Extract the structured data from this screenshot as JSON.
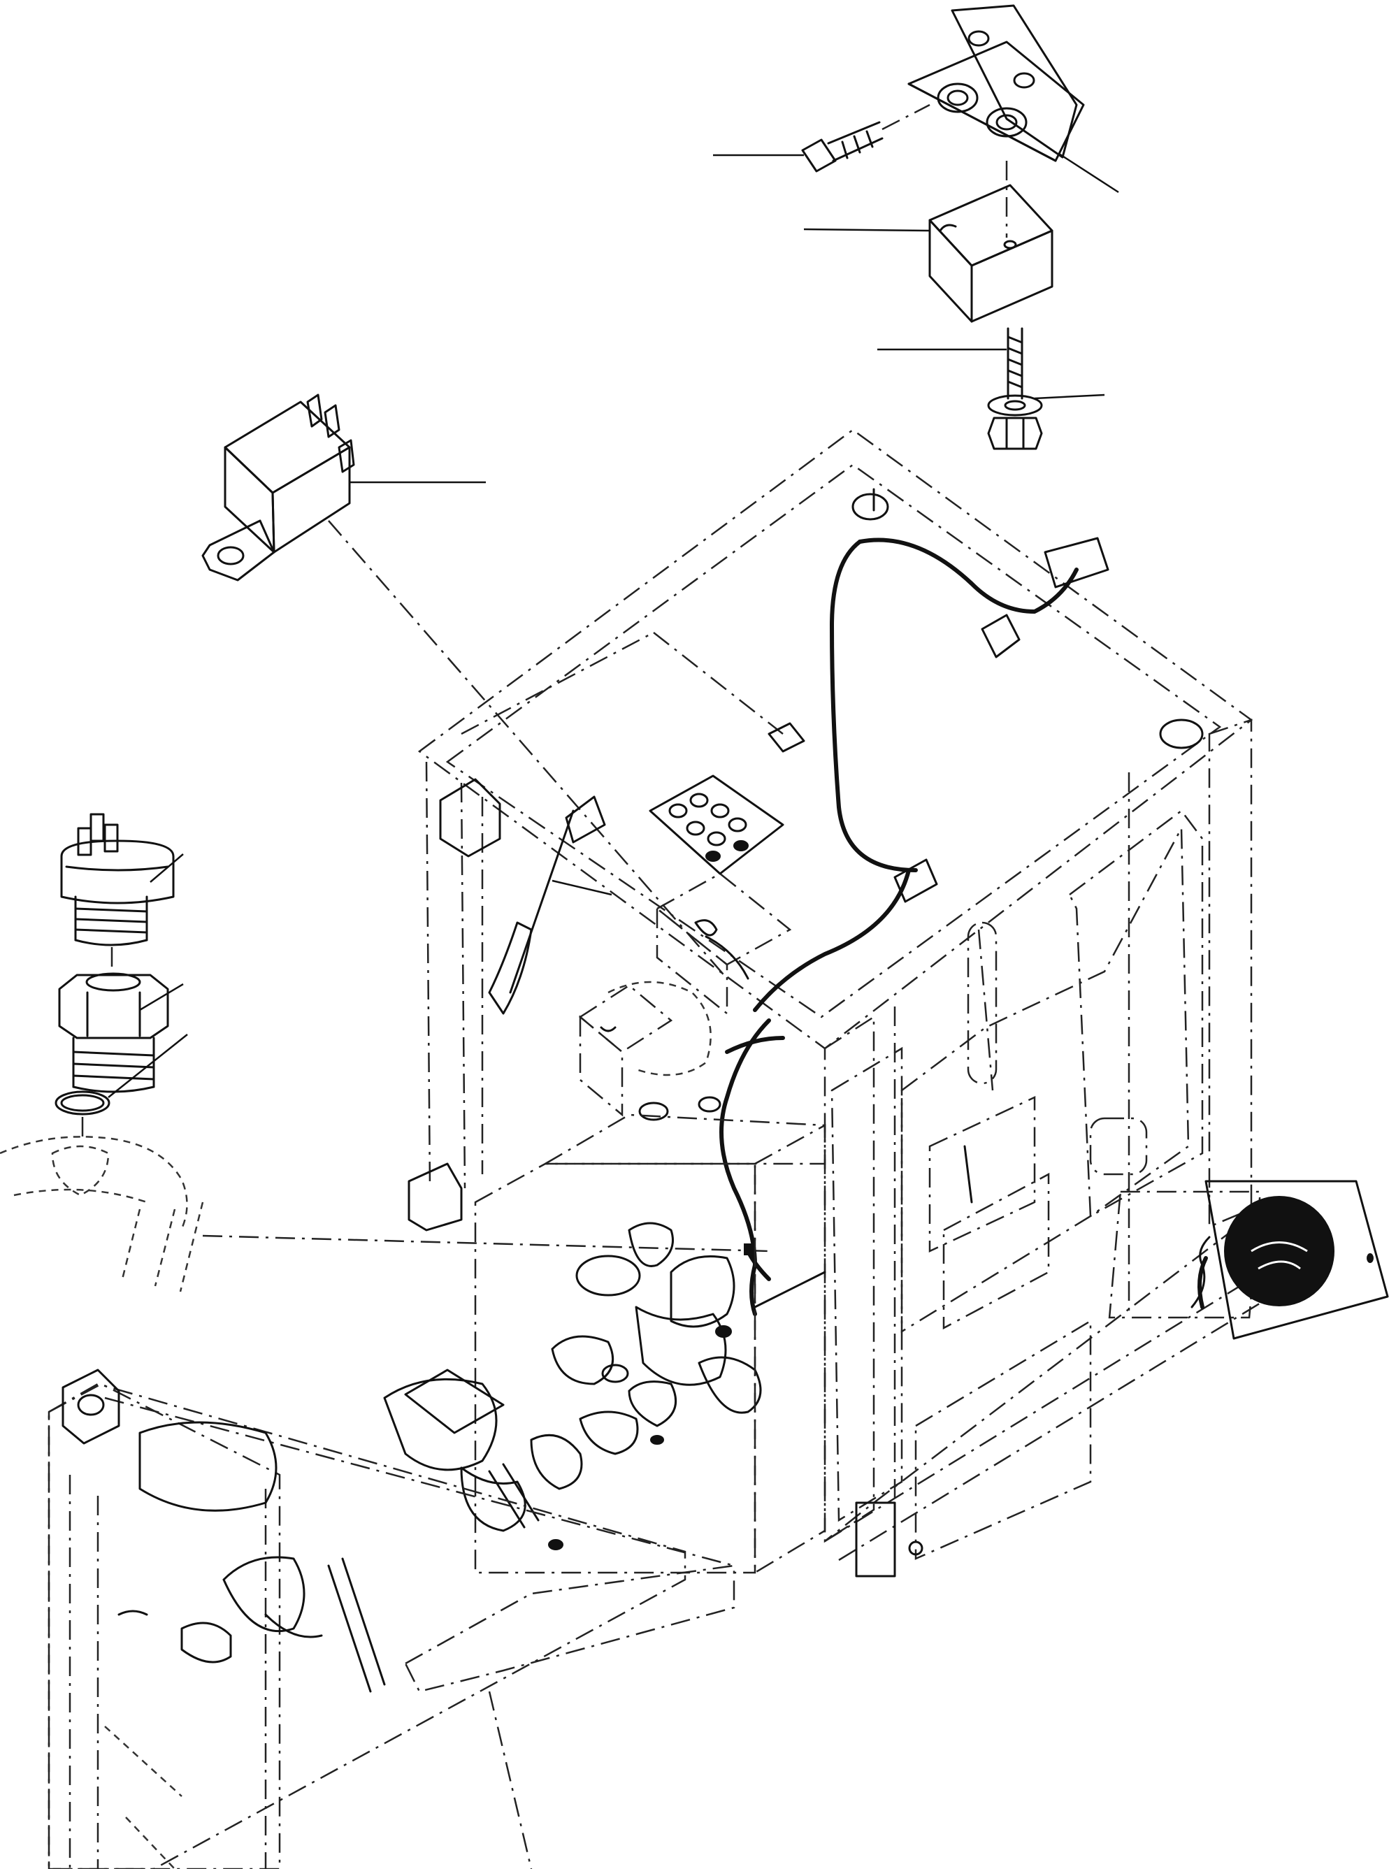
{
  "diagram": {
    "labels": [],
    "components": [
      "bracket",
      "bolt",
      "relay-block",
      "stud",
      "washer-nut",
      "relay",
      "pressure-switch",
      "adapter",
      "o-ring",
      "cab-frame",
      "wiring-harness",
      "switch-panel",
      "fuse-box",
      "speaker",
      "engine",
      "radiator"
    ]
  }
}
